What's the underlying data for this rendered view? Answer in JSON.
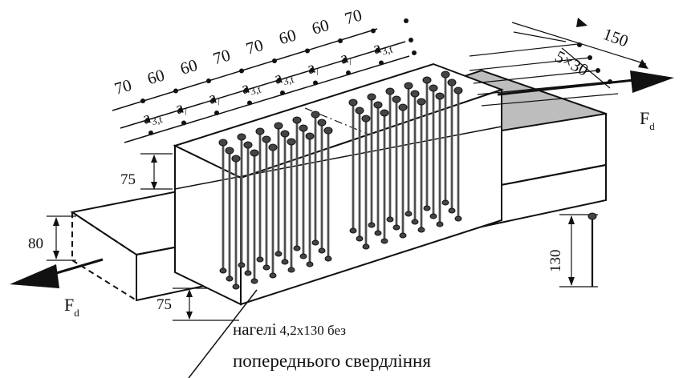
{
  "forces": {
    "left": "F",
    "right": "F",
    "subscript": "d"
  },
  "dims": {
    "outer_top": [
      "70",
      "60",
      "60",
      "70",
      "70",
      "60",
      "60",
      "70"
    ],
    "spacing_labels": [
      "a",
      "a",
      "a",
      "a",
      "a",
      "a",
      "a",
      "a"
    ],
    "spacing_subs": [
      "3,t",
      "/",
      "/",
      "3,t",
      "3,t",
      "/",
      "/",
      "3,t"
    ],
    "end_width": "150",
    "row_spacing": "5×30",
    "side_plate_top": "75",
    "side_plate_bottom": "75",
    "member_height": "80",
    "nail_length": "130"
  },
  "note": {
    "line1_main": "нагелі",
    "line1_spec": "4,2x130 без",
    "line2": "попереднього свердління"
  },
  "colors": {
    "steel_plate": "#bdbdbd",
    "ink": "#111111",
    "nail_shadow": "#7a7a7a"
  }
}
